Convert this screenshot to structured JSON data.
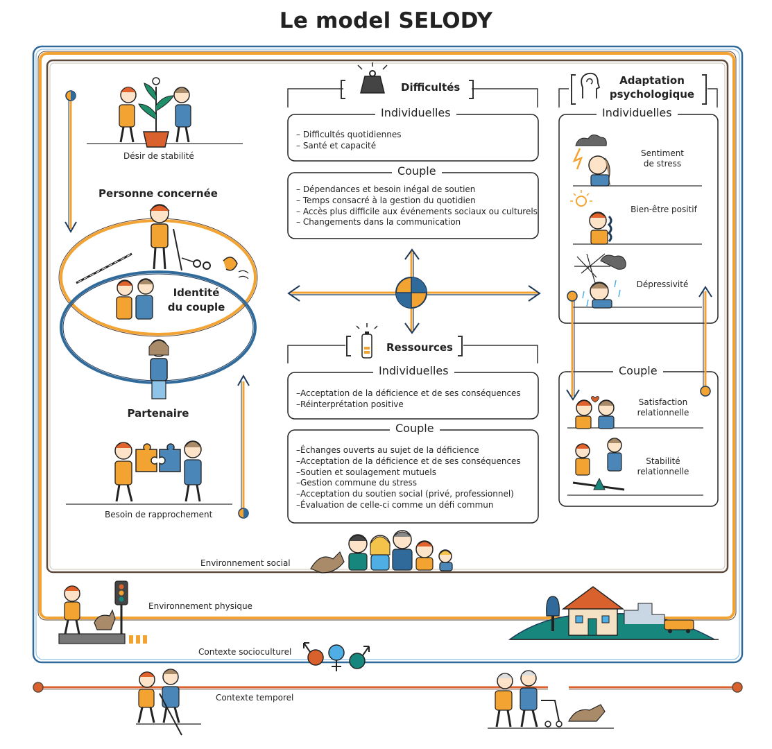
{
  "title": "Le model SELODY",
  "left": {
    "desire_caption": "Désir de stabilité",
    "person_label": "Personne concernée",
    "couple_identity": [
      "Identité",
      "du couple"
    ],
    "partner_label": "Partenaire",
    "need_caption": "Besoin de rapprochement"
  },
  "difficulties": {
    "header": "Difficultés",
    "individual": {
      "label": "Individuelles",
      "items": [
        "– Difficultés quotidiennes",
        "– Santé et capacité"
      ]
    },
    "couple": {
      "label": "Couple",
      "items": [
        "– Dépendances et besoin inégal de soutien",
        "– Temps consacré à la gestion du quotidien",
        "– Accès plus difficile aux événements sociaux ou culturels",
        "– Changements dans la communication"
      ]
    }
  },
  "resources": {
    "header": "Ressources",
    "individual": {
      "label": "Individuelles",
      "items": [
        "–Acceptation de la déficience et de ses conséquences",
        "–Réinterprétation positive"
      ]
    },
    "couple": {
      "label": "Couple",
      "items": [
        "–Échanges ouverts au sujet de la déficience",
        "–Acceptation de la déficience et de ses conséquences",
        "–Soutien et soulagement mutuels",
        "–Gestion commune du stress",
        "–Acceptation du soutien social (privé, professionnel)",
        "–Évaluation de celle-ci comme un défi commun"
      ]
    }
  },
  "adaptation": {
    "header": [
      "Adaptation",
      "psychologique"
    ],
    "individual": {
      "label": "Individuelles",
      "items": [
        [
          "Sentiment",
          "de stress"
        ],
        [
          "Bien-être positif"
        ],
        [
          "Dépressivité"
        ]
      ]
    },
    "couple": {
      "label": "Couple",
      "items": [
        [
          "Satisfaction",
          "relationnelle"
        ],
        [
          "Stabilité",
          "relationnelle"
        ]
      ]
    }
  },
  "contexts": {
    "social": "Environnement social",
    "physical": "Environnement physique",
    "sociocultural": "Contexte socioculturel",
    "temporal": "Contexte temporel"
  },
  "colors": {
    "blue": "#2f6a9a",
    "orange": "#f3a332",
    "brown": "#5f4a3b",
    "rust": "#d8612d",
    "skyblue": "#4faee4",
    "teal": "#17877e",
    "outline": "#1e3a5a"
  }
}
